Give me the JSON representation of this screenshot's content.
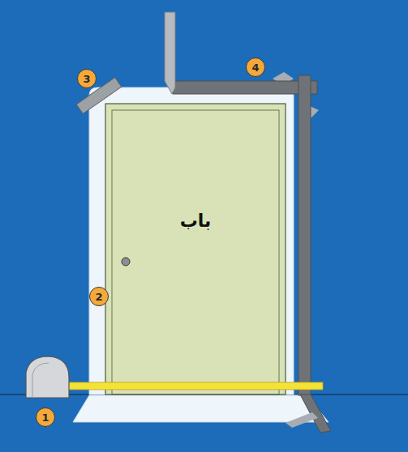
{
  "diagram": {
    "nodes": [
      {
        "text": [
          "باب"
        ]
      }
    ],
    "labels": [
      "1",
      "2",
      "3",
      "4"
    ]
  }
}
